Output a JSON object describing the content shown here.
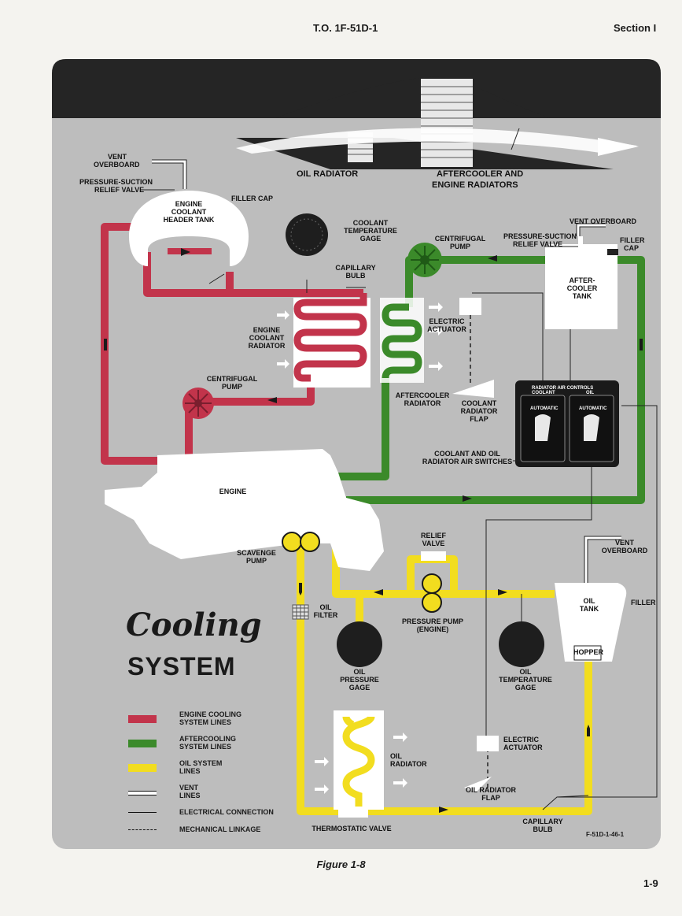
{
  "header": {
    "doc_number": "T.O. 1F-51D-1",
    "section": "Section I"
  },
  "title": {
    "line1": "Cooling",
    "line2": "SYSTEM"
  },
  "labels": {
    "oil_radiator_top": "OIL RADIATOR",
    "aftercooler_engine_radiators": [
      "AFTERCOOLER AND",
      "ENGINE RADIATORS"
    ],
    "vent_overboard_left": [
      "VENT",
      "OVERBOARD"
    ],
    "pressure_suction_relief_left": [
      "PRESSURE-SUCTION",
      "RELIEF VALVE"
    ],
    "engine_coolant_header_tank": [
      "ENGINE",
      "COOLANT",
      "HEADER TANK"
    ],
    "filler_cap_left": "FILLER CAP",
    "coolant_temperature_gage": [
      "COOLANT",
      "TEMPERATURE",
      "GAGE"
    ],
    "capillary_bulb_top": [
      "CAPILLARY",
      "BULB"
    ],
    "centrifugal_pump_right": [
      "CENTRIFUGAL",
      "PUMP"
    ],
    "vent_overboard_right": "VENT OVERBOARD",
    "pressure_suction_relief_right": [
      "PRESSURE-SUCTION",
      "RELIEF VALVE"
    ],
    "filler_cap_right": [
      "FILLER",
      "CAP"
    ],
    "aftercooler_tank": [
      "AFTER-",
      "COOLER",
      "TANK"
    ],
    "engine_coolant_radiator": [
      "ENGINE",
      "COOLANT",
      "RADIATOR"
    ],
    "electric_actuator_top": [
      "ELECTRIC",
      "ACTUATOR"
    ],
    "centrifugal_pump_left": [
      "CENTRIFUGAL",
      "PUMP"
    ],
    "aftercooler_radiator": [
      "AFTERCOOLER",
      "RADIATOR"
    ],
    "coolant_radiator_flap": [
      "COOLANT",
      "RADIATOR",
      "FLAP"
    ],
    "radiator_air_controls": "RADIATOR AIR CONTROLS",
    "switch_coolant": "COOLANT",
    "switch_oil": "OIL",
    "switch_automatic": "AUTOMATIC",
    "coolant_oil_switches": [
      "COOLANT AND OIL",
      "RADIATOR AIR SWITCHES"
    ],
    "engine": "ENGINE",
    "scavenge_pump": [
      "SCAVENGE",
      "PUMP"
    ],
    "relief_valve": [
      "RELIEF",
      "VALVE"
    ],
    "vent_overboard_oil": [
      "VENT",
      "OVERBOARD"
    ],
    "oil_filter": [
      "OIL",
      "FILTER"
    ],
    "pressure_pump": [
      "PRESSURE PUMP",
      "(ENGINE)"
    ],
    "oil_tank": [
      "OIL",
      "TANK"
    ],
    "filler_oil": "FILLER",
    "hopper": "HOPPER",
    "oil_pressure_gage": [
      "OIL",
      "PRESSURE",
      "GAGE"
    ],
    "oil_temperature_gage": [
      "OIL",
      "TEMPERATURE",
      "GAGE"
    ],
    "oil_radiator_bottom": [
      "OIL",
      "RADIATOR"
    ],
    "electric_actuator_bottom": [
      "ELECTRIC",
      "ACTUATOR"
    ],
    "oil_radiator_flap": [
      "OIL RADIATOR",
      "FLAP"
    ],
    "thermostatic_valve": "THERMOSTATIC VALVE",
    "capillary_bulb_bottom": [
      "CAPILLARY",
      "BULB"
    ]
  },
  "legend": [
    {
      "swatch": "engine",
      "text": [
        "ENGINE COOLING",
        "SYSTEM LINES"
      ]
    },
    {
      "swatch": "after",
      "text": [
        "AFTERCOOLING",
        "SYSTEM LINES"
      ]
    },
    {
      "swatch": "oil",
      "text": [
        "OIL SYSTEM",
        "LINES"
      ]
    },
    {
      "swatch": "vent",
      "text": [
        "VENT",
        "LINES"
      ]
    },
    {
      "swatch": "elec",
      "text": [
        "ELECTRICAL CONNECTION"
      ]
    },
    {
      "swatch": "mech",
      "text": [
        "MECHANICAL LINKAGE"
      ]
    }
  ],
  "figure_code": "F-51D-1-46-1",
  "caption": "Figure 1-8",
  "page_number": "1-9",
  "colors": {
    "engine_coolant_line": "#c2344b",
    "aftercooling_line": "#3b8a2a",
    "oil_line": "#f2dd1f",
    "background_panel": "#bdbdbd",
    "fuselage_band": "#252525"
  }
}
